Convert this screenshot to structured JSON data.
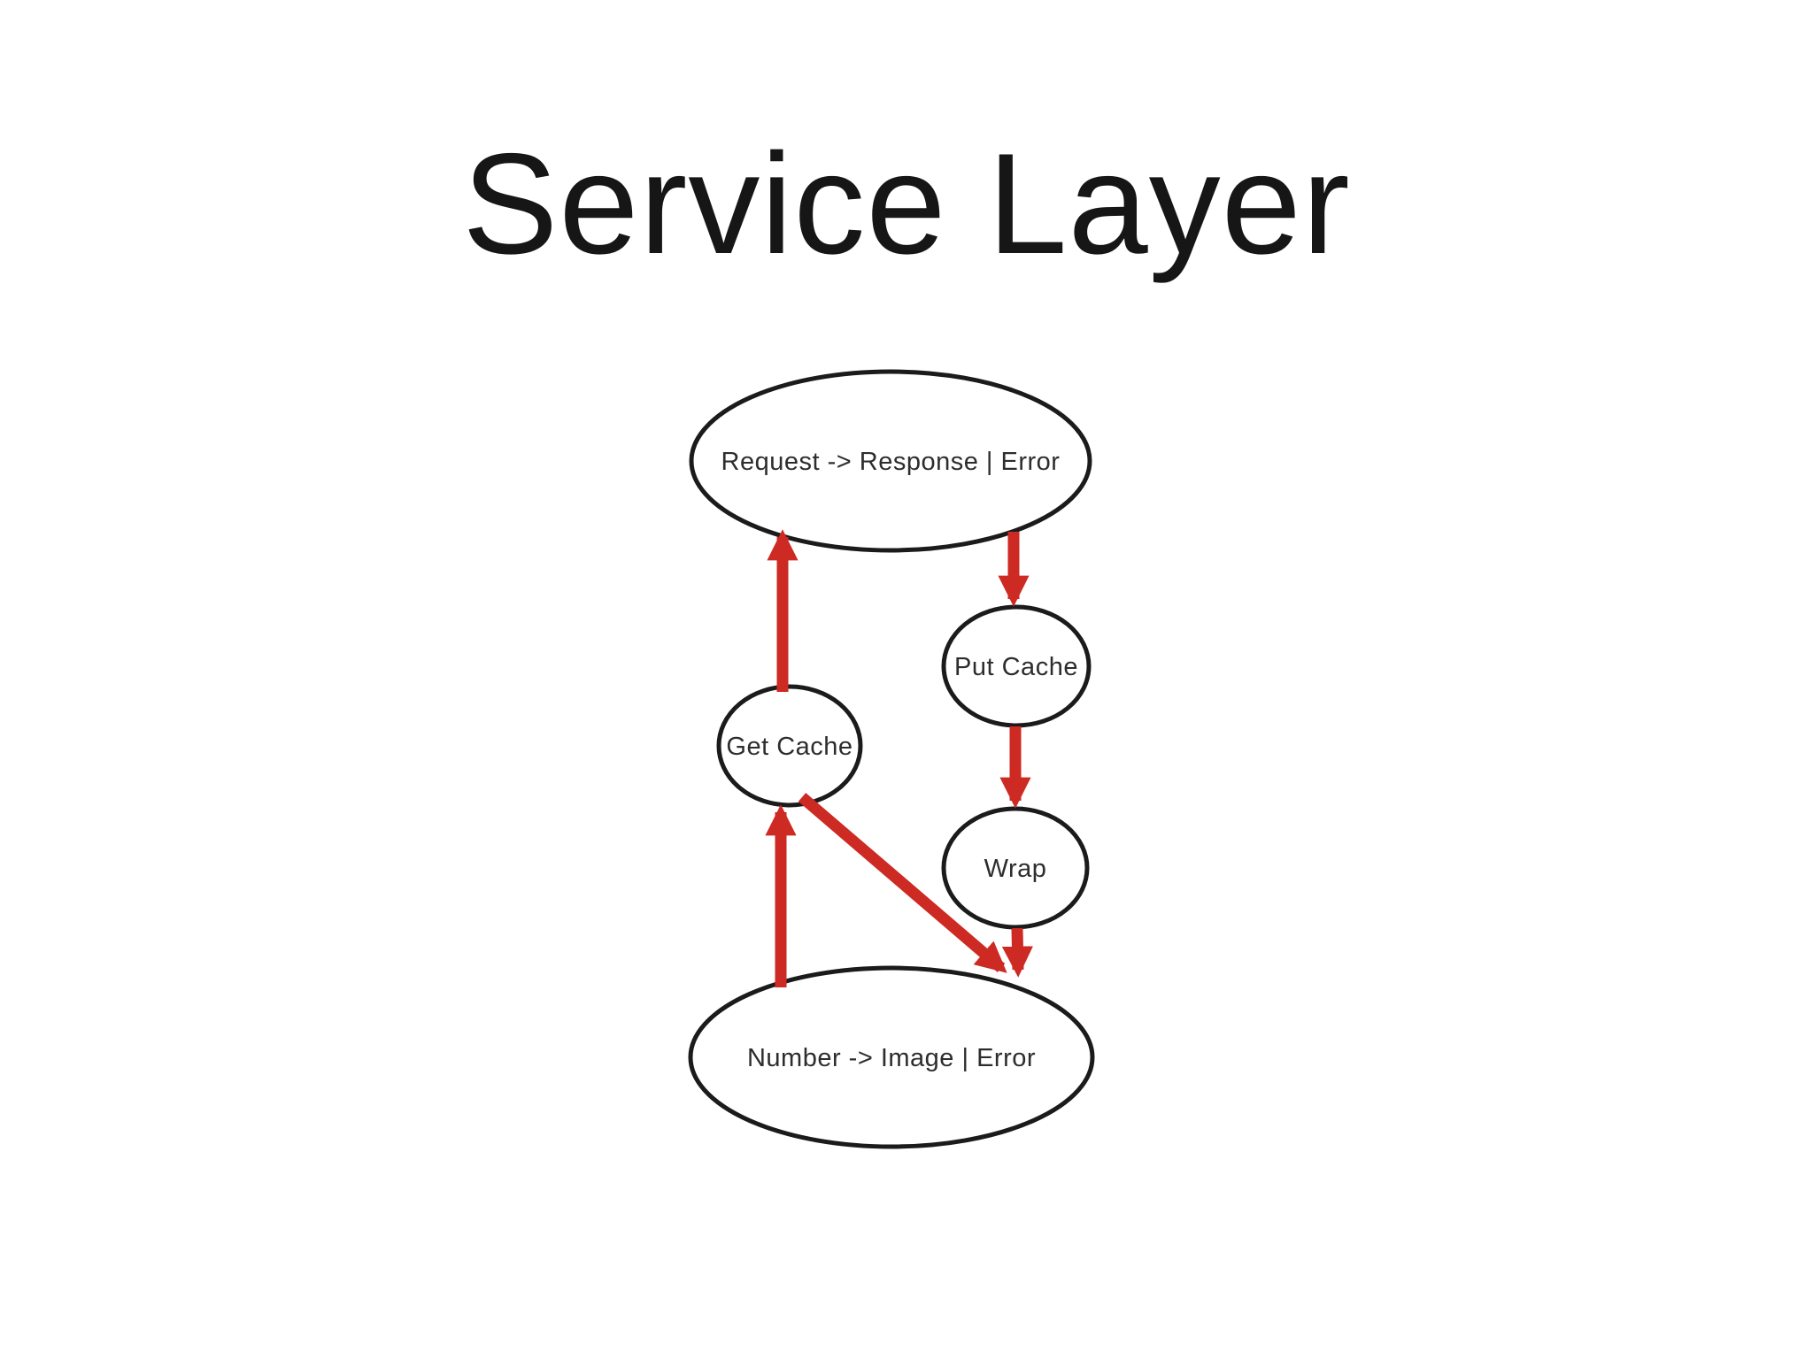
{
  "title": "Service Layer",
  "colors": {
    "background": "#ffffff",
    "arrow": "#cc2a23",
    "node_outline": "#1b1b1b",
    "node_fill": "#ffffff",
    "label_text": "#2d2d2d",
    "title_text": "#161616"
  },
  "diagram": {
    "nodes": [
      {
        "id": "request-response",
        "shape": "ellipse",
        "label": "Request -> Response | Error"
      },
      {
        "id": "put-cache",
        "shape": "circle",
        "label": "Put Cache"
      },
      {
        "id": "get-cache",
        "shape": "circle",
        "label": "Get Cache"
      },
      {
        "id": "wrap",
        "shape": "circle",
        "label": "Wrap"
      },
      {
        "id": "number-image",
        "shape": "ellipse",
        "label": "Number -> Image | Error"
      }
    ],
    "edges": [
      {
        "from": "request-response",
        "to": "put-cache"
      },
      {
        "from": "put-cache",
        "to": "wrap"
      },
      {
        "from": "wrap",
        "to": "number-image"
      },
      {
        "from": "get-cache",
        "to": "request-response"
      },
      {
        "from": "number-image",
        "to": "get-cache"
      },
      {
        "from": "get-cache",
        "to": "number-image"
      }
    ]
  }
}
